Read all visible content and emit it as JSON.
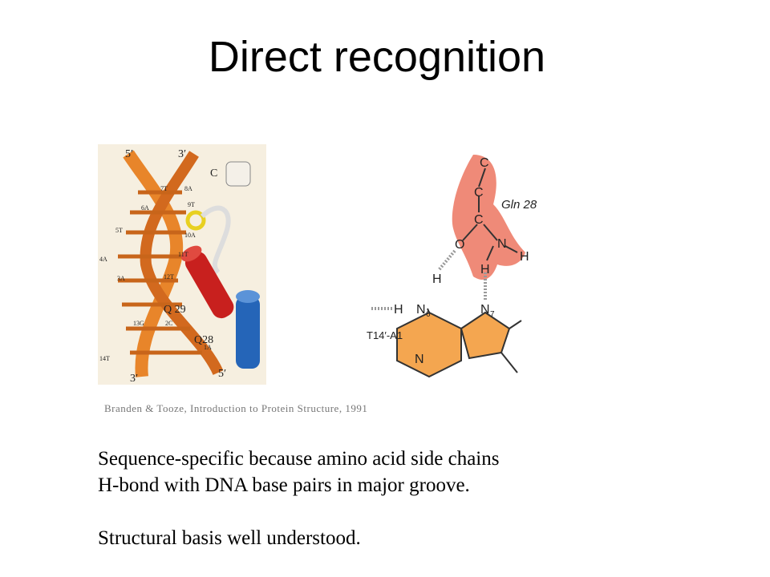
{
  "slide": {
    "title": "Direct recognition",
    "caption": "Branden & Tooze, Introduction to Protein Structure, 1991",
    "body_lines": [
      "Sequence-specific because amino acid side chains",
      "H-bond with DNA base pairs in major groove.",
      "Structural basis well understood."
    ]
  },
  "dna_figure": {
    "labels": {
      "five_prime_top": "5′",
      "three_prime_top": "3′",
      "c_term": "C",
      "three_prime_bottom": "3′",
      "five_prime_bottom": "5′",
      "q29": "Q 29",
      "q28": "Q28"
    },
    "base_labels": [
      "7T",
      "8A",
      "9T",
      "6A",
      "10A",
      "5T",
      "11T",
      "4A",
      "12T",
      "3A",
      "2C",
      "13G",
      "1A",
      "14T"
    ]
  },
  "gln_figure": {
    "atoms": {
      "c_top": "C",
      "c_mid": "C",
      "c_carbonyl": "C",
      "o": "O",
      "n_amide": "N",
      "h_amide_right": "H",
      "h_amide_down": "H",
      "h_left": "H",
      "h_n6": "H",
      "n6": "N",
      "n7": "N",
      "n_ring": "N"
    },
    "residue_label": "Gln 28",
    "n6_subscript": "6",
    "n7_subscript": "7",
    "base_label": "T14′-A1"
  },
  "colors": {
    "dna_orange": "#e8852a",
    "helix_red": "#c8201e",
    "helix_blue": "#2565b8",
    "gln_pink": "#ef8a78",
    "base_orange": "#f4a650"
  }
}
